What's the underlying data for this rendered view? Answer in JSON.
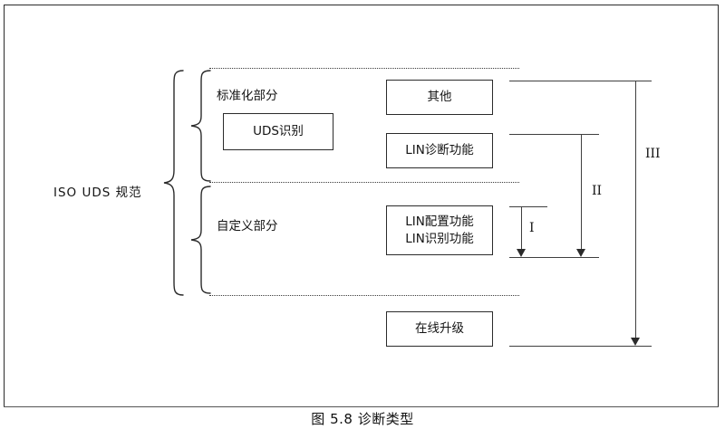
{
  "figure": {
    "caption": "图 5.8 诊断类型",
    "left_label": "ISO UDS 规范"
  },
  "sections": [
    {
      "id": "standardized",
      "label": "标准化部分"
    },
    {
      "id": "custom",
      "label": "自定义部分"
    }
  ],
  "boxes": [
    {
      "id": "uds-recognition",
      "label": "UDS识别"
    },
    {
      "id": "other",
      "label": "其他"
    },
    {
      "id": "lin-diagnostic",
      "label": "LIN诊断功能"
    },
    {
      "id": "lin-config-recognition",
      "label": "LIN配置功能\nLIN识别功能"
    },
    {
      "id": "online-upgrade",
      "label": "在线升级"
    }
  ],
  "scopes": [
    {
      "id": "scope-1",
      "label": "I"
    },
    {
      "id": "scope-2",
      "label": "II"
    },
    {
      "id": "scope-3",
      "label": "III"
    }
  ],
  "colors": {
    "stroke": "#2b2b2b",
    "line": "#3f3f3f",
    "text": "#141414",
    "background": "#ffffff"
  }
}
